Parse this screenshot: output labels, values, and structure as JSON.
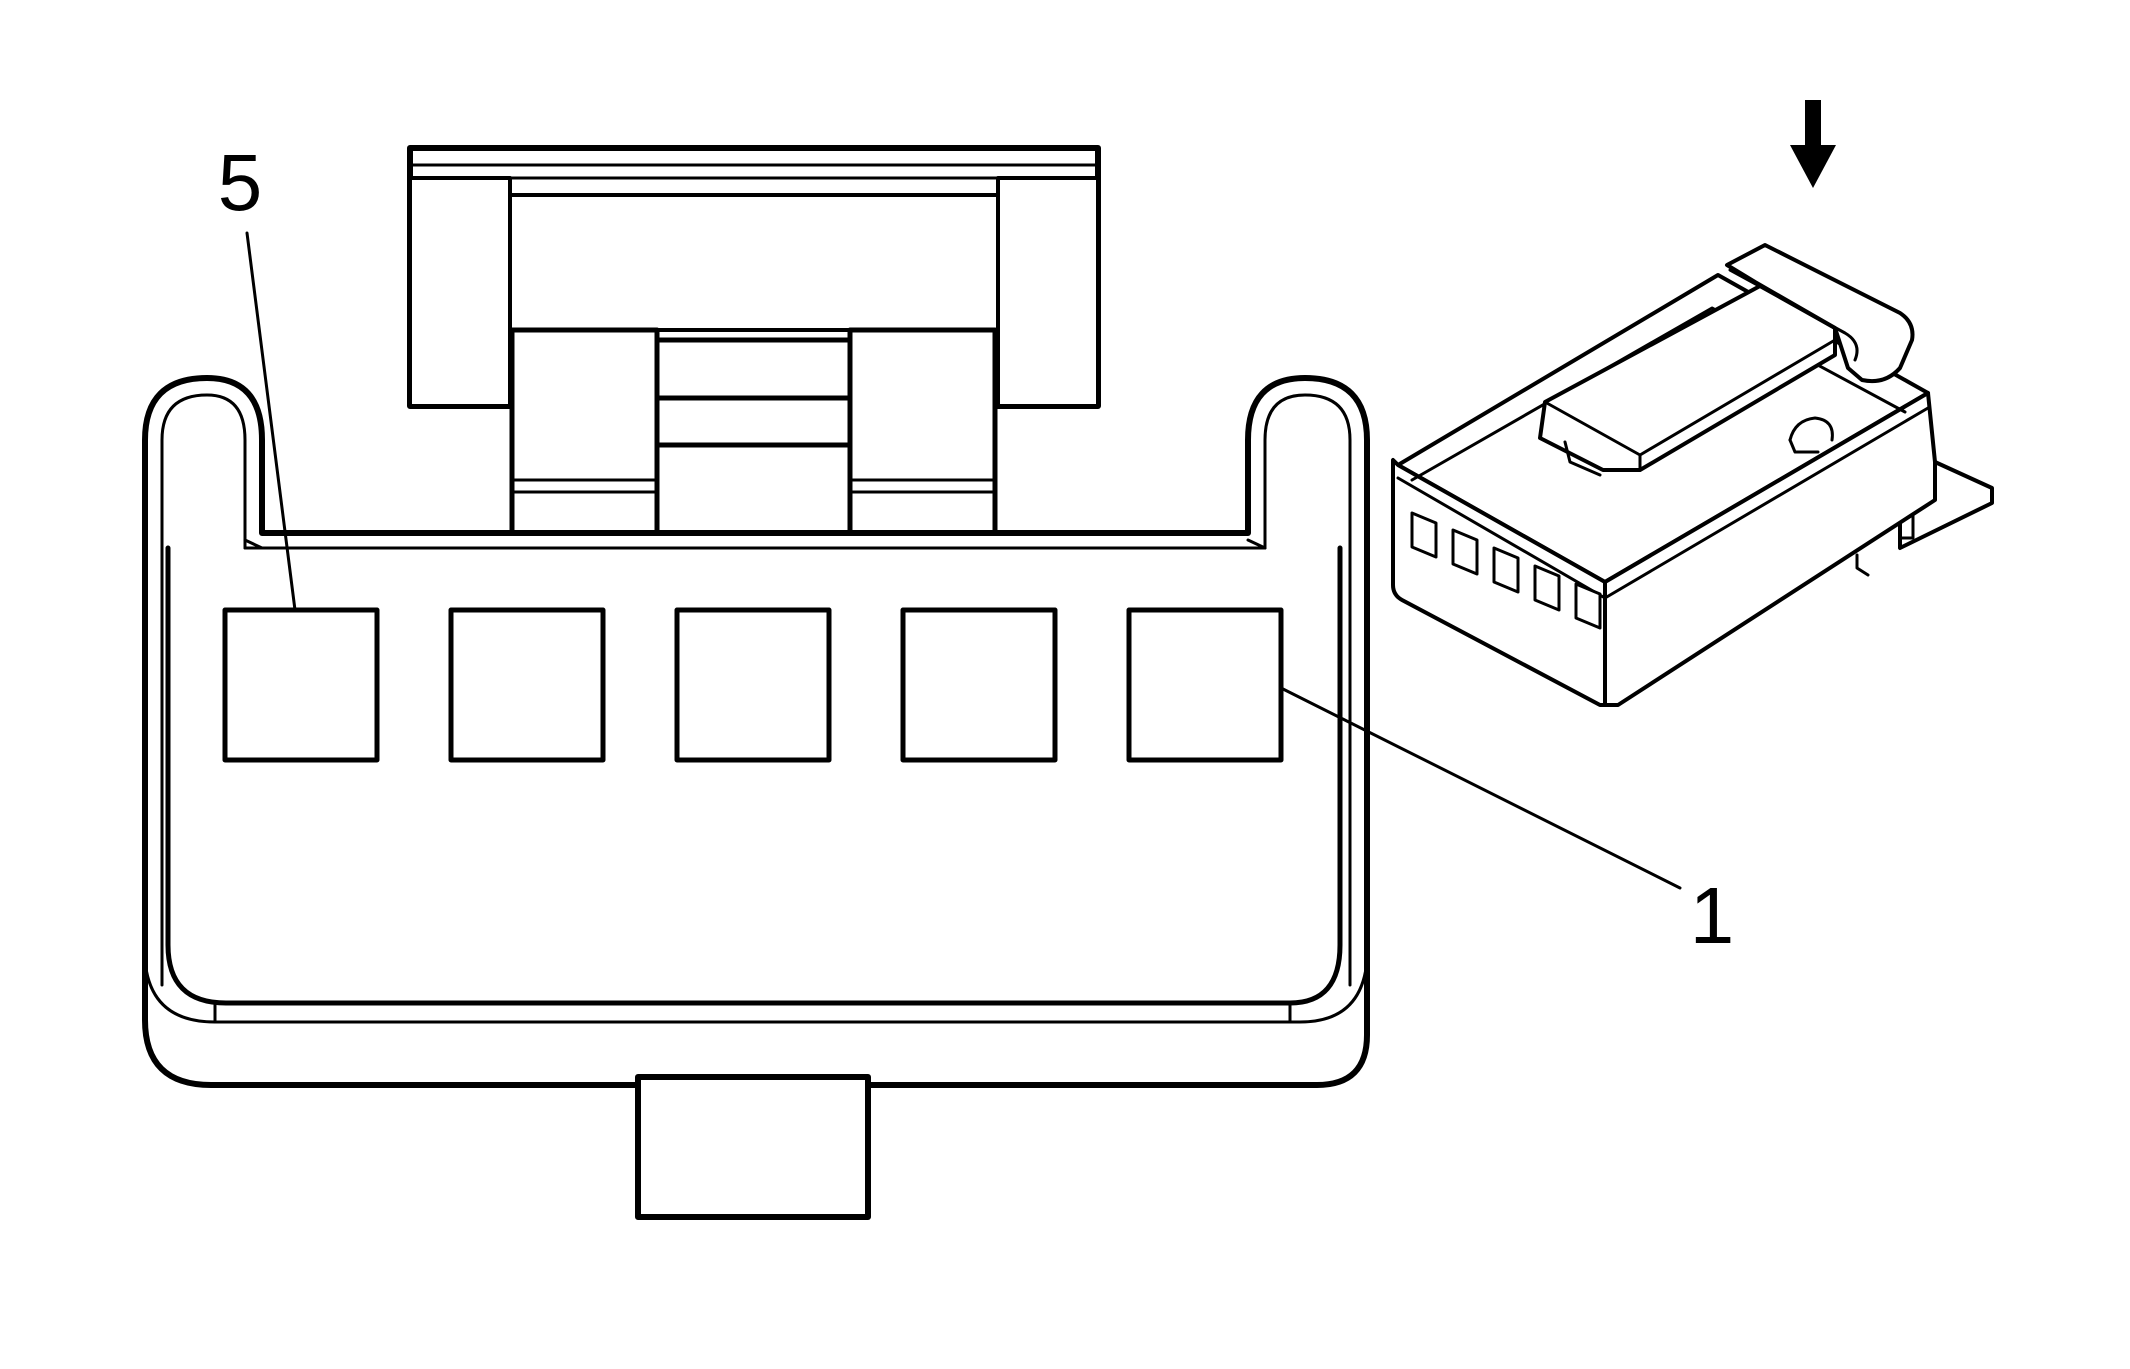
{
  "diagram": {
    "callouts": {
      "pin_5": "5",
      "pin_1": "1"
    },
    "terminal_count": 5,
    "line_color": "#000000",
    "background_color": "#ffffff",
    "icons": {
      "view_direction": "down-arrow-icon"
    }
  }
}
